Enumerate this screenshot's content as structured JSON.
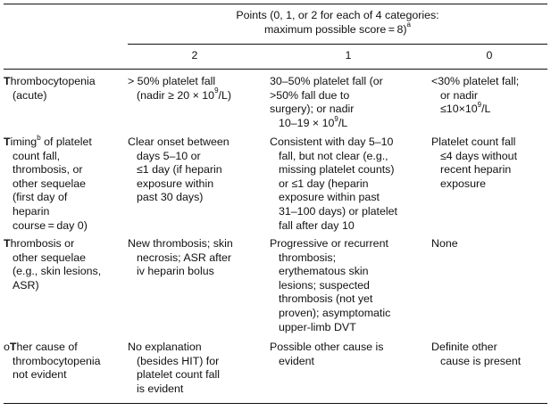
{
  "table": {
    "header": {
      "line1": "Points (0, 1, or 2 for each of 4 categories:",
      "line2_text": "maximum possible score = 8)",
      "line2_sup": "a",
      "col_scores": [
        "2",
        "1",
        "0"
      ]
    },
    "rows": [
      {
        "cat_initial": "T",
        "cat_lines": [
          "hrombocytopenia",
          "(acute)"
        ],
        "c2": [
          "> 50% platelet fall",
          "(nadir ≥ 20 × 10"
        ],
        "c2_sup": "9",
        "c2_tail": "/L)",
        "c1": [
          "30–50% platelet fall (or",
          ">50% fall due to",
          "surgery); or nadir",
          "10–19 × 10"
        ],
        "c1_sup": "9",
        "c1_tail": "/L",
        "c0": [
          "<30% platelet fall;",
          "or nadir",
          "≤10×10"
        ],
        "c0_sup": "9",
        "c0_tail": "/L"
      },
      {
        "cat_initial": "T",
        "cat_first": "iming",
        "cat_sup": "b",
        "cat_first_tail": " of platelet",
        "cat_lines": [
          "count fall,",
          "thrombosis, or",
          "other sequelae",
          "(first day of",
          "heparin",
          "course = day 0)"
        ],
        "c2": [
          "Clear onset between",
          "days 5–10 or",
          "≤1 day (if heparin",
          "exposure within",
          "past 30 days)"
        ],
        "c1": [
          "Consistent with day 5–10",
          "fall, but not clear (e.g.,",
          "missing platelet counts)",
          "or ≤1 day (heparin",
          "exposure within past",
          "31–100 days) or platelet",
          "fall after day 10"
        ],
        "c0": [
          "Platelet count fall",
          "≤4 days without",
          "recent heparin",
          "exposure"
        ]
      },
      {
        "cat_initial": "T",
        "cat_lines": [
          "hrombosis or",
          "other sequelae",
          "(e.g., skin lesions,",
          "ASR)"
        ],
        "c2": [
          "New thrombosis; skin",
          "necrosis; ASR after",
          "iv heparin bolus"
        ],
        "c1": [
          "Progressive or recurrent",
          "thrombosis;",
          "erythematous skin",
          "lesions; suspected",
          "thrombosis (not yet",
          "proven); asymptomatic",
          "upper-limb DVT"
        ],
        "c0": [
          "None"
        ]
      },
      {
        "cat_prefix": "o",
        "cat_initial": "T",
        "cat_lines": [
          "her cause of",
          "thrombocytopenia",
          "not evident"
        ],
        "c2": [
          "No explanation",
          "(besides HIT) for",
          "platelet count fall",
          "is evident"
        ],
        "c1": [
          "Possible other cause is",
          "evident"
        ],
        "c0": [
          "Definite other",
          "cause is present"
        ]
      }
    ]
  }
}
